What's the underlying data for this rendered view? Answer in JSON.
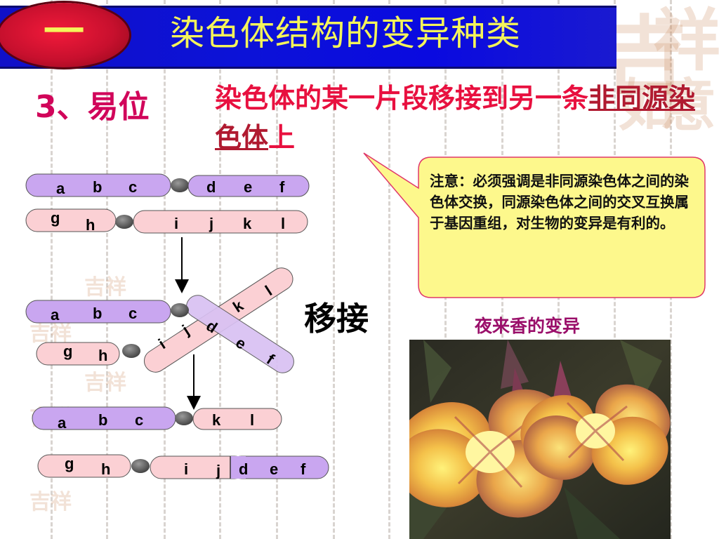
{
  "header": {
    "number": "一",
    "title": "染色体结构的变异种类"
  },
  "subtitle": "3、易位",
  "definition": {
    "part1": "染色体的某一片段移接到另一条",
    "underlined": "非同源染色体",
    "part2": "上"
  },
  "callout": {
    "text": "注意：必须强调是非同源染色体之间的染色体交换，同源染色体之间的交叉互换属于基因重组，对生物的变异是有利的。"
  },
  "diagram": {
    "stage1": {
      "top_left": [
        "a",
        "b",
        "c"
      ],
      "top_right": [
        "d",
        "e",
        "f"
      ],
      "bottom_left": [
        "g",
        "h"
      ],
      "bottom_right": [
        "i",
        "j",
        "k",
        "l"
      ]
    },
    "stage2": {
      "top_left": [
        "a",
        "b",
        "c"
      ],
      "upper_arm": [
        "k",
        "l"
      ],
      "lower_left": [
        "g",
        "h"
      ],
      "cross_ij": [
        "i",
        "j"
      ],
      "cross_def": [
        "d",
        "e",
        "f"
      ]
    },
    "stage3": {
      "top_left": [
        "a",
        "b",
        "c"
      ],
      "top_right": [
        "k",
        "l"
      ],
      "bottom_left": [
        "g",
        "h"
      ],
      "bottom_right": [
        "i",
        "j",
        "d",
        "e",
        "f"
      ]
    },
    "move_label": "移接"
  },
  "photo": {
    "caption": "夜来香的变异",
    "description_icon": "flower-photo"
  },
  "colors": {
    "header_blue": "#0c12d8",
    "header_text": "#f4f45a",
    "badge_red": "#c8102e",
    "purple_chromosome": "#c9a6f0",
    "pink_chromosome": "#fbd0d4",
    "centromere": "#6b6b6b",
    "callout_fill": "#fdf88c",
    "title_red": "#e8103f",
    "subtitle_magenta": "#d1055a"
  }
}
